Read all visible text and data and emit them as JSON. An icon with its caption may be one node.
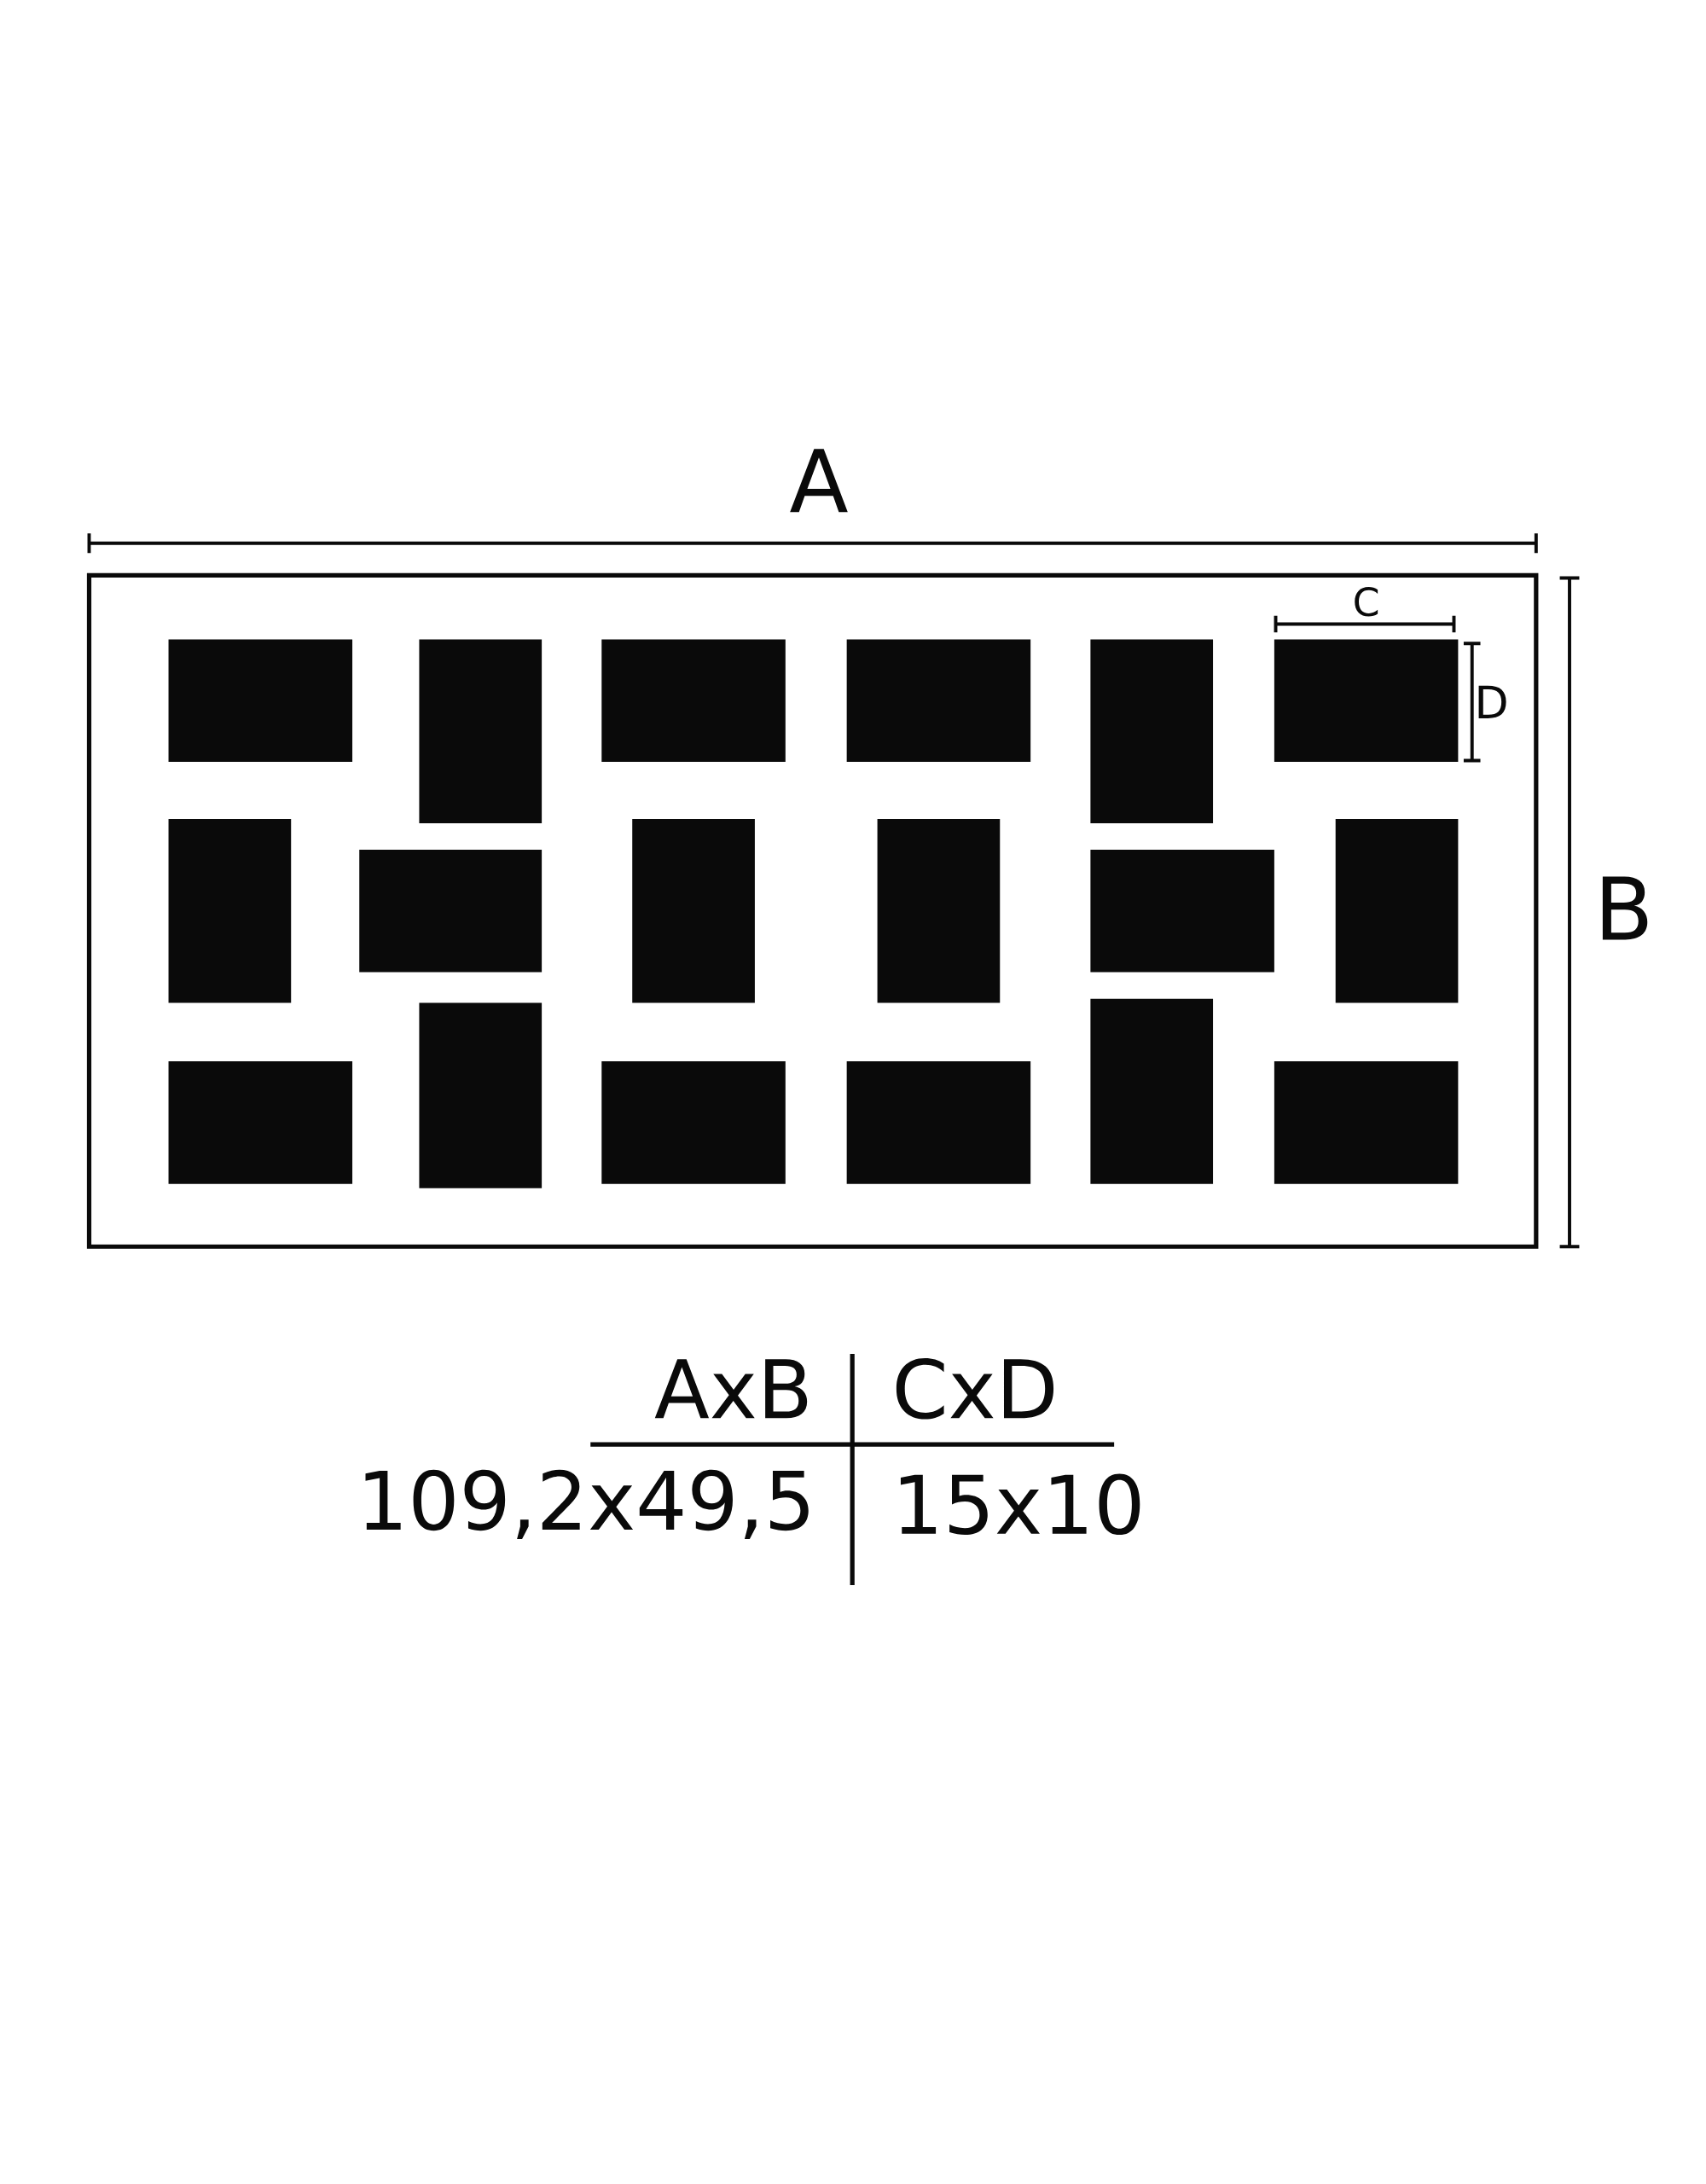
{
  "diagram": {
    "labels": [
      "A",
      "C",
      "D",
      "B",
      "AxB",
      "CxD",
      "109,2x49,5",
      "15x10"
    ]
  }
}
